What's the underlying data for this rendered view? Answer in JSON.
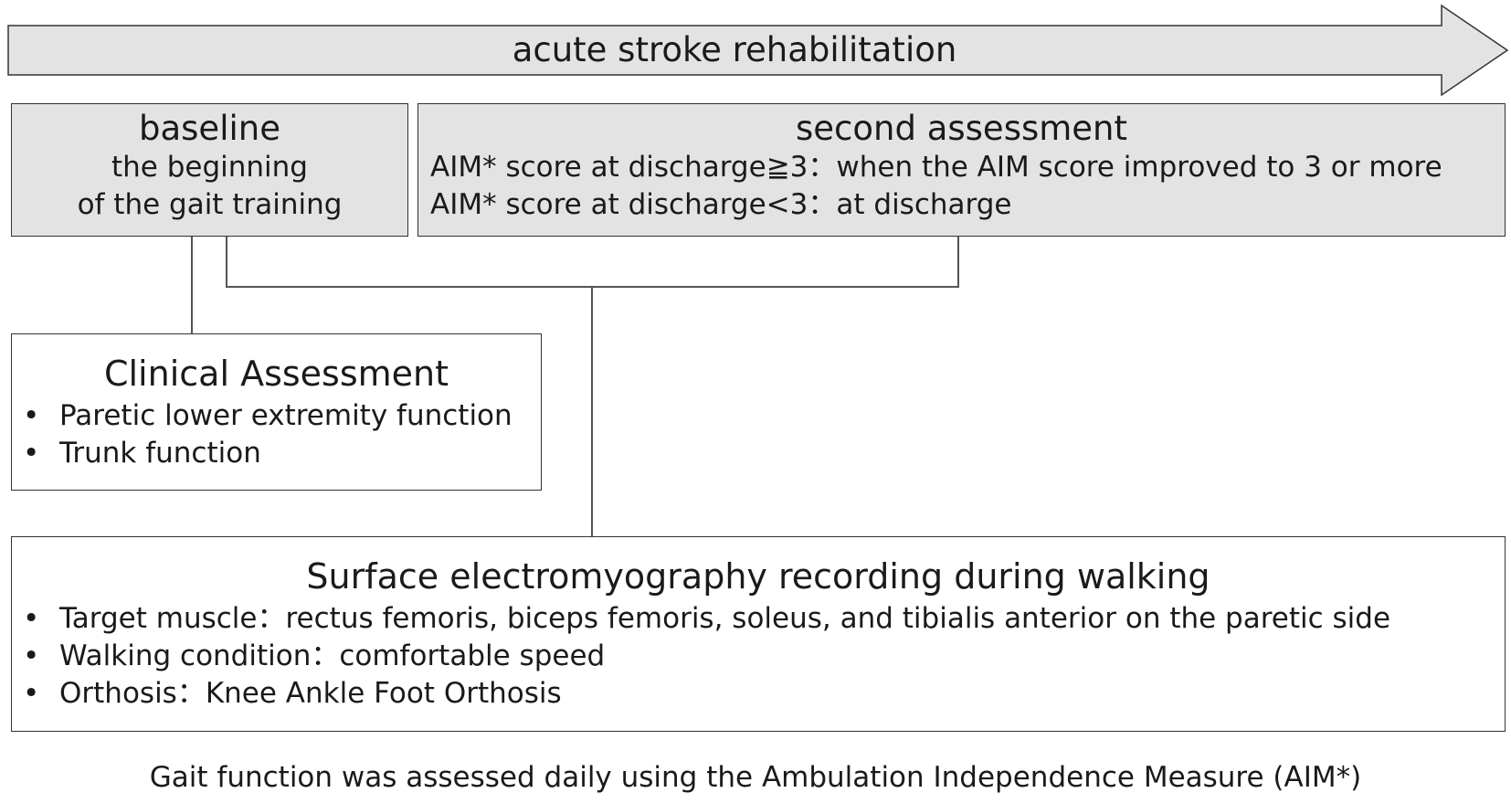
{
  "timeline": {
    "label": "acute stroke rehabilitation"
  },
  "baseline": {
    "title": "baseline",
    "lines": [
      "the beginning",
      "of the gait training"
    ]
  },
  "second_assessment": {
    "title": "second assessment",
    "lines": [
      "AIM* score at discharge≧3：when the AIM score improved to 3 or more",
      "AIM* score at discharge<3：at discharge"
    ]
  },
  "clinical_assessment": {
    "title": "Clinical Assessment",
    "items": [
      "Paretic lower extremity function",
      "Trunk function"
    ]
  },
  "semg": {
    "title": "Surface electromyography recording during walking",
    "items": [
      "Target muscle：rectus femoris, biceps femoris, soleus, and tibialis anterior on the paretic side",
      "Walking condition：comfortable speed",
      "Orthosis：Knee Ankle Foot Orthosis"
    ]
  },
  "footnote": "Gait function was assessed daily using the Ambulation Independence Measure (AIM*)",
  "colors": {
    "box_fill": "#e3e3e3",
    "border": "#333333",
    "text": "#1a1a1a"
  }
}
